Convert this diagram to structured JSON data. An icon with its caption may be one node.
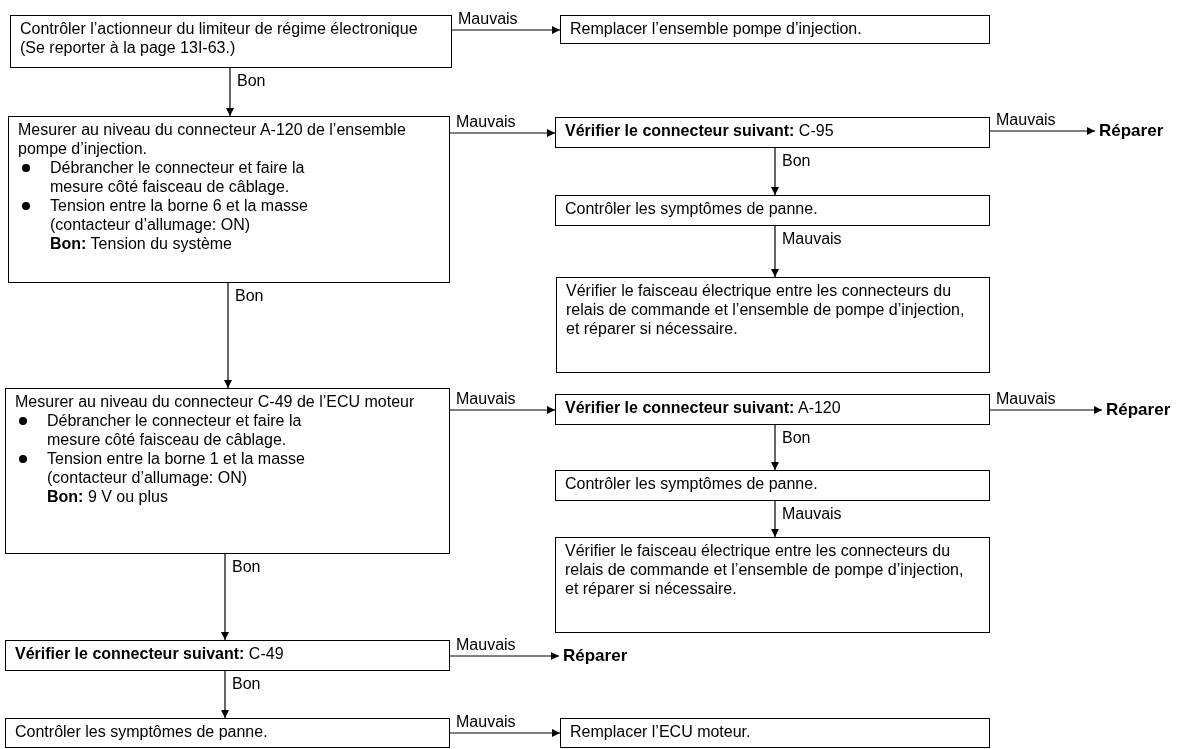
{
  "diagram": {
    "nodes": [
      {
        "text": [
          "Contrôler l’actionneur du limiteur de régime électronique (Se reporter à la page 13I-63.)"
        ]
      },
      {
        "text": [
          "Remplacer l’ensemble pompe d’injection."
        ]
      },
      {
        "text": [
          "Mesurer au niveau du connecteur A-120 de l’ensemble pompe d’injection.",
          "Débrancher le connecteur et faire la mesure côté faisceau de câblage.",
          "Tension entre la borne 6 et la masse (contacteur d’allumage: ON)",
          "**Bon:** Tension du système"
        ]
      },
      {
        "text": [
          "**Vérifier le connecteur suivant:** C-95"
        ]
      },
      {
        "text": [
          "Réparer"
        ]
      },
      {
        "text": [
          "Contrôler les symptômes de panne."
        ]
      },
      {
        "text": [
          "Vérifier le faisceau électrique entre les connecteurs du relais de commande et l’ensemble de pompe d’injection, et réparer si nécessaire."
        ]
      },
      {
        "text": [
          "Mesurer au niveau du connecteur C-49 de l’ECU moteur",
          "Débrancher le connecteur et faire la mesure côté faisceau de câblage.",
          "Tension entre la borne 1 et la masse (contacteur d’allumage: ON)",
          "**Bon:** 9 V ou plus"
        ]
      },
      {
        "text": [
          "**Vérifier le connecteur suivant:** A-120"
        ]
      },
      {
        "text": [
          "Réparer"
        ]
      },
      {
        "text": [
          "Contrôler les symptômes de panne."
        ]
      },
      {
        "text": [
          "Vérifier le faisceau électrique entre les connecteurs du relais de commande et l’ensemble de pompe d’injection, et réparer si nécessaire."
        ]
      },
      {
        "text": [
          "**Vérifier le connecteur suivant:** C-49"
        ]
      },
      {
        "text": [
          "Réparer"
        ]
      },
      {
        "text": [
          "Contrôler les symptômes de panne."
        ]
      },
      {
        "text": [
          "Remplacer l’ECU moteur."
        ]
      }
    ],
    "edges": [
      {
        "from": 0,
        "to": 1,
        "arrow": "to",
        "label": "Mauvais"
      },
      {
        "from": 0,
        "to": 2,
        "arrow": "to",
        "label": "Bon"
      },
      {
        "from": 2,
        "to": 3,
        "arrow": "to",
        "label": "Mauvais"
      },
      {
        "from": 3,
        "to": 4,
        "arrow": "to",
        "label": "Mauvais"
      },
      {
        "from": 3,
        "to": 5,
        "arrow": "to",
        "label": "Bon"
      },
      {
        "from": 5,
        "to": 6,
        "arrow": "to",
        "label": "Mauvais"
      },
      {
        "from": 2,
        "to": 7,
        "arrow": "to",
        "label": "Bon"
      },
      {
        "from": 7,
        "to": 8,
        "arrow": "to",
        "label": "Mauvais"
      },
      {
        "from": 8,
        "to": 9,
        "arrow": "to",
        "label": "Mauvais"
      },
      {
        "from": 8,
        "to": 10,
        "arrow": "to",
        "label": "Bon"
      },
      {
        "from": 10,
        "to": 11,
        "arrow": "to",
        "label": "Mauvais"
      },
      {
        "from": 7,
        "to": 12,
        "arrow": "to",
        "label": "Bon"
      },
      {
        "from": 12,
        "to": 13,
        "arrow": "to",
        "label": "Mauvais"
      },
      {
        "from": 12,
        "to": 14,
        "arrow": "to",
        "label": "Bon"
      },
      {
        "from": 14,
        "to": 15,
        "arrow": "to",
        "label": "Mauvais"
      }
    ]
  }
}
